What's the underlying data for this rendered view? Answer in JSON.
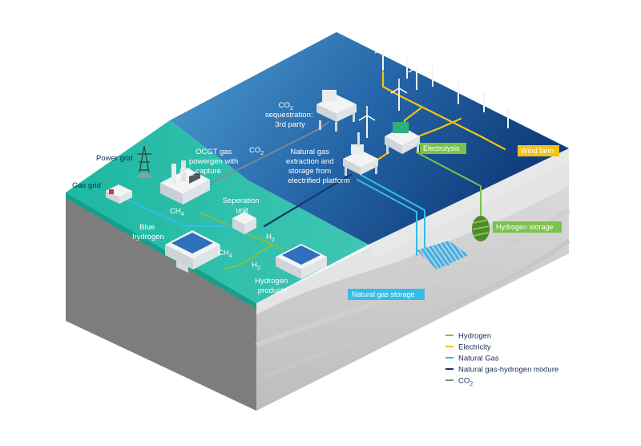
{
  "labels": {
    "co2_sequestration": [
      "CO",
      "sequestration:",
      "3rd party"
    ],
    "ocgt": [
      "OCGT gas",
      "powergen with",
      "CO",
      "capture"
    ],
    "co2_flow": "CO",
    "natural_gas_platform": [
      "Natural gas",
      "extraction and",
      "storage from",
      "electrified platform"
    ],
    "separation_unit": [
      "Seperation",
      "unit"
    ],
    "blue_hydrogen": [
      "Blue",
      "hydrogen"
    ],
    "ch4_top": "CH",
    "ch4_bottom": "CH",
    "h2_top": "H",
    "h2_bottom": "H",
    "hydrogen_products": [
      "Hydrogen",
      "products"
    ],
    "power_grid": "Power grid",
    "gas_grid": "Gas grid",
    "subscript_2": "2",
    "subscript_4": "4"
  },
  "tags": {
    "electrolysis": "Electrolysis",
    "wind_farm": "Wind farm",
    "hydrogen_storage": "Hydrogen storage",
    "natural_gas_storage": "Natural gas storage"
  },
  "legend": {
    "items": [
      {
        "label": "Hydrogen",
        "color": "#7bc24a"
      },
      {
        "label": "Electricity",
        "color": "#f2c318"
      },
      {
        "label": "Natural Gas",
        "color": "#33bde8"
      },
      {
        "label": "Natural gas-hydrogen mixture",
        "color": "#163a66"
      },
      {
        "label": "CO",
        "sub": "2",
        "color": "#8a8a8a"
      }
    ]
  },
  "colors": {
    "hydrogen": "#7bc24a",
    "electricity": "#f2c318",
    "natural_gas": "#33bde8",
    "mixture": "#163a66",
    "co2": "#8a8a8a",
    "sea_light": "#3b7fc0",
    "sea_dark": "#123f7e",
    "land": "#1eb5a0"
  }
}
